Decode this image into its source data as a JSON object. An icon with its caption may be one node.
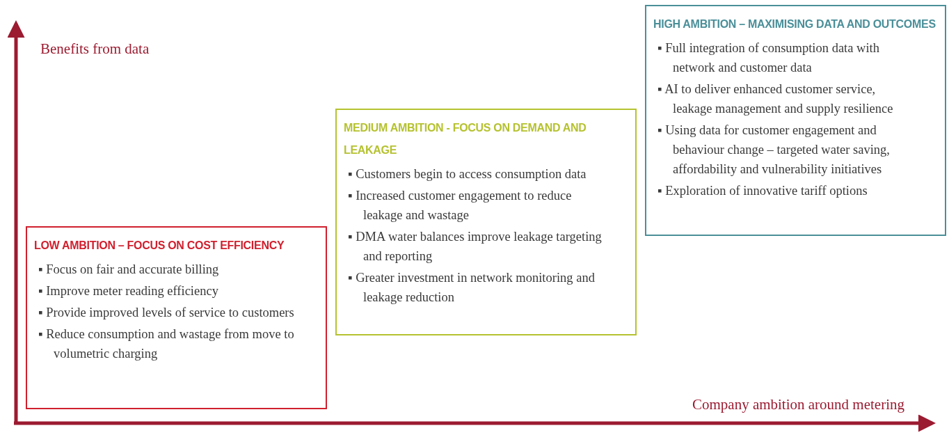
{
  "diagram": {
    "nodes": [
      {
        "text": [
          "LOW AMBITION – FOCUS ON COST EFFICIENCY",
          "▪ Focus on fair and accurate billing",
          "▪ Improve meter reading efficiency",
          "▪ Provide improved levels of service to customers",
          "▪ Reduce consumption and wastage from move to volumetric charging"
        ]
      },
      {
        "text": [
          "MEDIUM AMBITION - FOCUS ON DEMAND AND LEAKAGE",
          "▪ Customers begin to access consumption data",
          "▪ Increased customer engagement to reduce leakage and wastage",
          "▪ DMA water balances improve leakage targeting and reporting",
          "▪ Greater investment in network monitoring and leakage reduction"
        ]
      },
      {
        "text": [
          "HIGH AMBITION – MAXIMISING DATA AND OUTCOMES",
          "▪ Full integration of consumption data with network and customer data",
          "▪ AI to deliver enhanced customer service, leakage management and supply resilience",
          "▪ Using data for customer engagement and behaviour change – targeted water saving, affordability and vulnerability initiatives",
          "▪ Exploration of innovative tariff options"
        ]
      }
    ],
    "labels": [
      "Benefits from data",
      "Company ambition around metering"
    ]
  }
}
